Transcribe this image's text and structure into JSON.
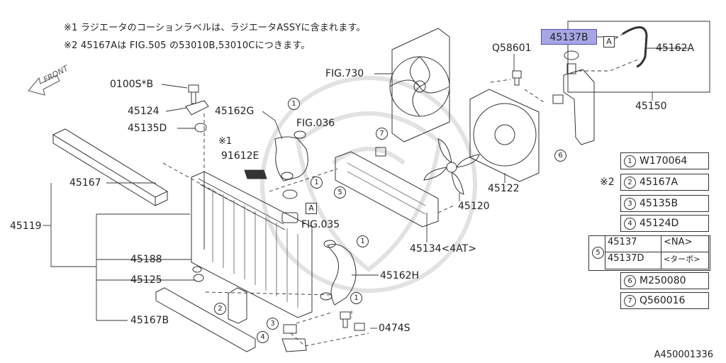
{
  "notes": [
    "※1 ラジエータのコーションラベルは、ラジエータASSYに含まれます。",
    "※2 45167Aは FIG.505 の53010B,53010Cにつきます。"
  ],
  "front_label": "FRONT",
  "highlighted_part": "45137B",
  "parts": {
    "p0100s": "0100S*B",
    "p45124": "45124",
    "p45135d": "45135D",
    "p45162g": "45162G",
    "p91612e": "91612E",
    "p45167": "45167",
    "p45119": "45119",
    "p45188": "45188",
    "p45125": "45125",
    "p45167b": "45167B",
    "fig730": "FIG.730",
    "fig036": "FIG.036",
    "fig035": "FIG.035",
    "q58601": "Q58601",
    "p45162a": "45162A",
    "p45150": "45150",
    "p45122": "45122",
    "p45120": "45120",
    "p45134": "45134<4AT>",
    "p45162h": "45162H",
    "p0474s": "0474S",
    "note1_mark": "※1",
    "box_a": "A"
  },
  "callout_numbers": [
    "1",
    "2",
    "3",
    "4",
    "5",
    "6",
    "7"
  ],
  "legend": {
    "note2_mark": "※2",
    "items": [
      {
        "num": "1",
        "part": "W170064"
      },
      {
        "num": "2",
        "part": "45167A"
      },
      {
        "num": "3",
        "part": "45135B"
      },
      {
        "num": "4",
        "part": "45124D"
      },
      {
        "num": "6",
        "part": "M250080"
      },
      {
        "num": "7",
        "part": "Q560016"
      }
    ],
    "group5": {
      "num": "5",
      "rows": [
        {
          "part": "45137",
          "cond": "<NA>"
        },
        {
          "part": "45137D",
          "cond": "<ターボ>"
        }
      ]
    }
  },
  "figure_id": "A450001336"
}
